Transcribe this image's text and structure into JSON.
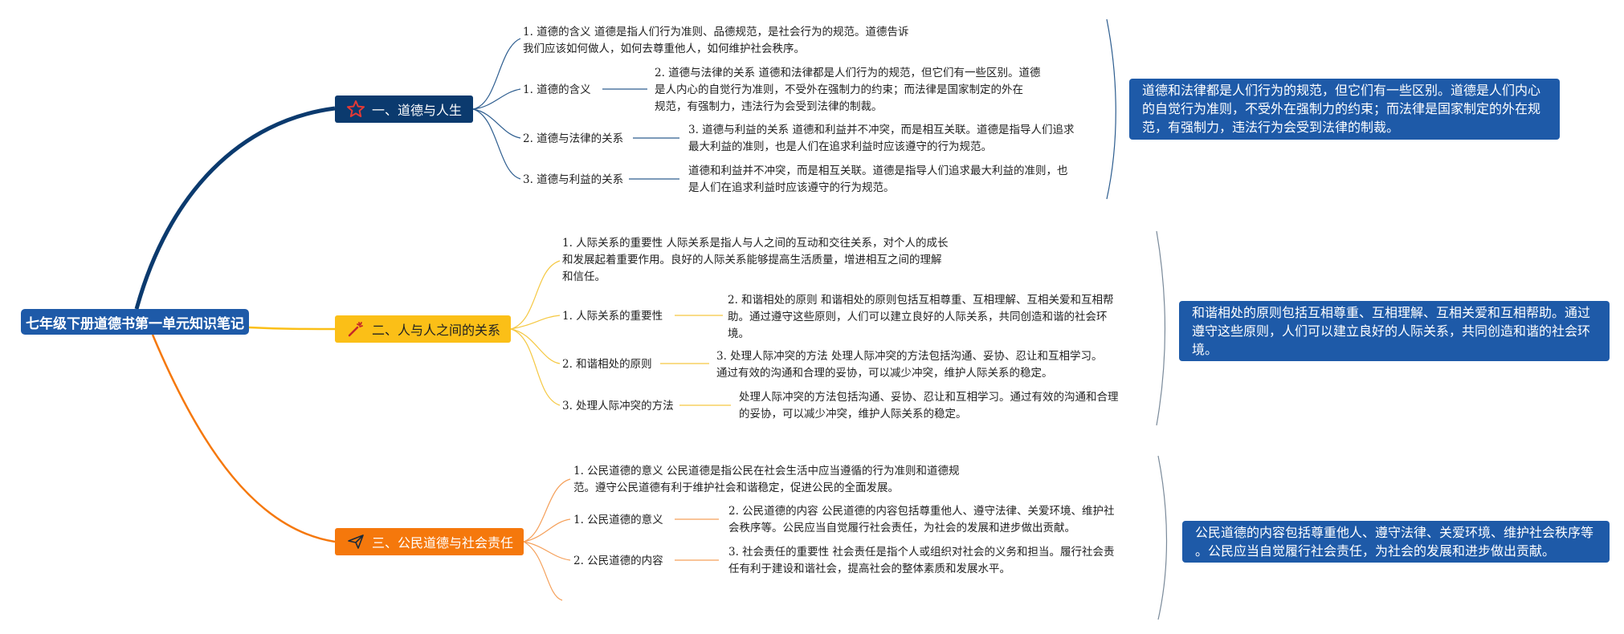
{
  "root": {
    "label": "七年级下册道德书第一单元知识笔记"
  },
  "colors": {
    "root": "#1e5aa8",
    "branch1": "#0b3a6e",
    "branch2": "#fbbf17",
    "branch3": "#f5780c",
    "summary": "#1e5aa8"
  },
  "branches": [
    {
      "label": "一、道德与人生",
      "icon": "star-icon",
      "texts": [
        [
          "1. 道德的含义 道德是指人们行为准则、品德规范，是社会行为的规范。道德告诉",
          "我们应该如何做人，如何去尊重他人，如何维护社会秩序。"
        ],
        [
          "2. 道德与法律的关系 道德和法律都是人们行为的规范，但它们有一些区别。道德",
          "是人内心的自觉行为准则，不受外在强制力的约束；而法律是国家制定的外在",
          "规范，有强制力，违法行为会受到法律的制裁。"
        ],
        [
          "3. 道德与利益的关系 道德和利益并不冲突，而是相互关联。道德是指导人们追求",
          "最大利益的准则，也是人们在追求利益时应该遵守的行为规范。"
        ],
        [
          "道德和利益并不冲突，而是相互关联。道德是指导人们追求最大利益的准则，也",
          "是人们在追求利益时应该遵守的行为规范。"
        ]
      ],
      "subs": [
        "1. 道德的含义",
        "2. 道德与法律的关系",
        "3. 道德与利益的关系"
      ],
      "summary": [
        "道德和法律都是人们行为的规范，但它们有一些区别。道德是人们内心",
        "的自觉行为准则，不受外在强制力的约束；而法律是国家制定的外在规",
        "范，有强制力，违法行为会受到法律的制裁。"
      ]
    },
    {
      "label": "二、人与人之间的关系",
      "icon": "magic-wand-icon",
      "texts": [
        [
          "1. 人际关系的重要性 人际关系是指人与人之间的互动和交往关系，对个人的成长",
          "和发展起着重要作用。良好的人际关系能够提高生活质量，增进相互之间的理解",
          "和信任。"
        ],
        [
          "2. 和谐相处的原则 和谐相处的原则包括互相尊重、互相理解、互相关爱和互相帮",
          "助。通过遵守这些原则，人们可以建立良好的人际关系，共同创造和谐的社会环",
          "境。"
        ],
        [
          "3. 处理人际冲突的方法 处理人际冲突的方法包括沟通、妥协、忍让和互相学习。",
          "通过有效的沟通和合理的妥协，可以减少冲突，维护人际关系的稳定。"
        ],
        [
          "处理人际冲突的方法包括沟通、妥协、忍让和互相学习。通过有效的沟通和合理",
          "的妥协，可以减少冲突，维护人际关系的稳定。"
        ]
      ],
      "subs": [
        "1. 人际关系的重要性",
        "2. 和谐相处的原则",
        "3. 处理人际冲突的方法"
      ],
      "summary": [
        "和谐相处的原则包括互相尊重、互相理解、互相关爱和互相帮助。通过",
        "遵守这些原则，人们可以建立良好的人际关系，共同创造和谐的社会环",
        "境。"
      ]
    },
    {
      "label": "三、公民道德与社会责任",
      "icon": "paper-plane-icon",
      "texts": [
        [
          "1. 公民道德的意义 公民道德是指公民在社会生活中应当遵循的行为准则和道德规",
          "范。遵守公民道德有利于维护社会和谐稳定，促进公民的全面发展。"
        ],
        [
          "2. 公民道德的内容 公民道德的内容包括尊重他人、遵守法律、关爱环境、维护社",
          "会秩序等。公民应当自觉履行社会责任，为社会的发展和进步做出贡献。"
        ],
        [
          "3. 社会责任的重要性 社会责任是指个人或组织对社会的义务和担当。履行社会责",
          "任有利于建设和谐社会，提高社会的整体素质和发展水平。"
        ]
      ],
      "subs": [
        "1. 公民道德的意义",
        "2. 公民道德的内容"
      ],
      "summary": [
        "公民道德的内容包括尊重他人、遵守法律、关爱环境、维护社会秩序等",
        "。公民应当自觉履行社会责任，为社会的发展和进步做出贡献。"
      ]
    }
  ]
}
